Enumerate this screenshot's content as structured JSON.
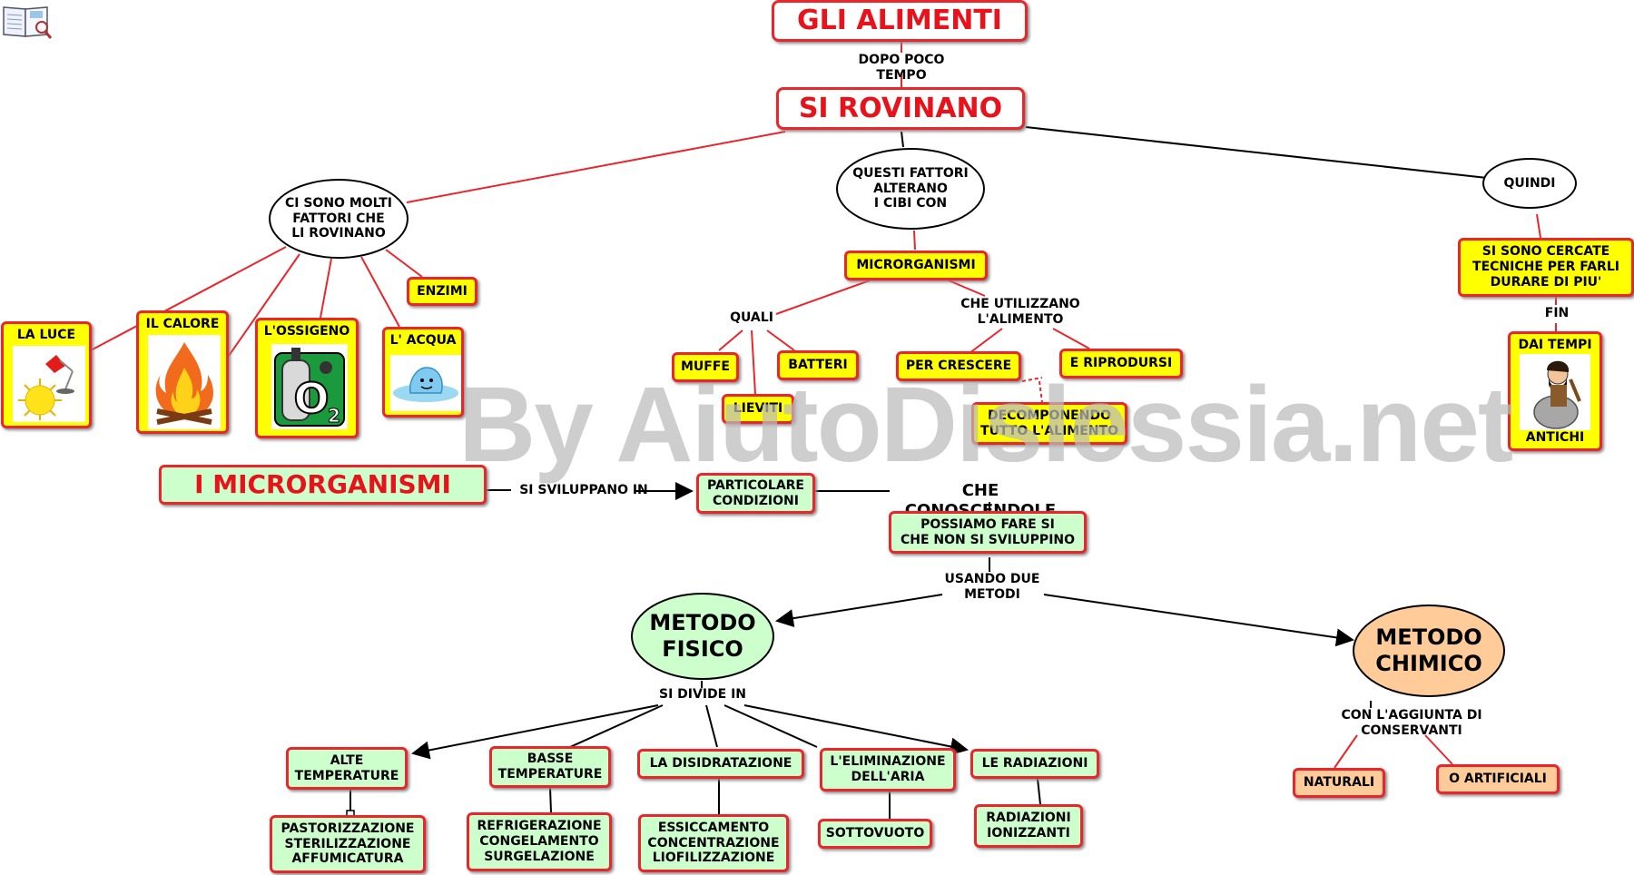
{
  "title": "GLI ALIMENTI",
  "link_title": "DOPO POCO\nTEMPO",
  "main": "SI ROVINANO",
  "left": {
    "ellipse": "CI SONO MOLTI\nFATTORI CHE\nLI ROVINANO",
    "factors": [
      "LA LUCE",
      "IL CALORE",
      "L'OSSIGENO",
      "L' ACQUA"
    ],
    "enzimi": "ENZIMI"
  },
  "center": {
    "ellipse": "QUESTI FATTORI\nALTERANO\nI CIBI CON",
    "micro": "MICRORGANISMI",
    "quali": "QUALI",
    "muffe": "MUFFE",
    "lieviti": "LIEVITI",
    "batteri": "BATTERI",
    "usage": "CHE UTILIZZANO\nL'ALIMENTO",
    "grow": "PER CRESCERE",
    "repro": "E RIPRODURSI",
    "decomp": "DECOMPONENDO\nTUTTO L'ALIMENTO"
  },
  "right": {
    "ellipse": "QUINDI",
    "box": "SI SONO CERCATE\nTECNICHE PER FARLI\nDURARE DI PIU'",
    "fin": "FIN",
    "ancient_top": "DAI TEMPI",
    "ancient_bottom": "ANTICHI"
  },
  "micro2": {
    "title": "I MICRORGANISMI",
    "develop": "SI SVILUPPANO IN",
    "conditions": "PARTICOLARE\nCONDIZIONI",
    "knowing": "CHE CONOSCENDOLE",
    "possiamo": "POSSIAMO FARE SI\nCHE NON SI SVILUPPINO",
    "usando": "USANDO DUE\nMETODI"
  },
  "fisico": {
    "title": "METODO\nFISICO",
    "divide": "SI DIVIDE IN",
    "items": [
      {
        "label": "ALTE\nTEMPERATURE",
        "detail": "PASTORIZZAZIONE\nSTERILIZZAZIONE\nAFFUMICATURA"
      },
      {
        "label": "BASSE\nTEMPERATURE",
        "detail": "REFRIGERAZIONE\nCONGELAMENTO\nSURGELAZIONE"
      },
      {
        "label": "LA DISIDRATAZIONE",
        "detail": "ESSICCAMENTO\nCONCENTRAZIONE\nLIOFILIZZAZIONE"
      },
      {
        "label": "L'ELIMINAZIONE\nDELL'ARIA",
        "detail": "SOTTOVUOTO"
      },
      {
        "label": "LE RADIAZIONI",
        "detail": "RADIAZIONI\nIONIZZANTI"
      }
    ]
  },
  "chimico": {
    "title": "METODO\nCHIMICO",
    "with": "CON L'AGGIUNTA DI\nCONSERVANTI",
    "naturali": "NATURALI",
    "artificiali": "O ARTIFICIALI"
  },
  "watermark": "By AiutoDislessia.net",
  "colors": {
    "red": "#e8262b",
    "title_red": "#e8121b",
    "yellow": "#ffff00",
    "green": "#ccffcc",
    "salmon": "#ffcc99"
  }
}
